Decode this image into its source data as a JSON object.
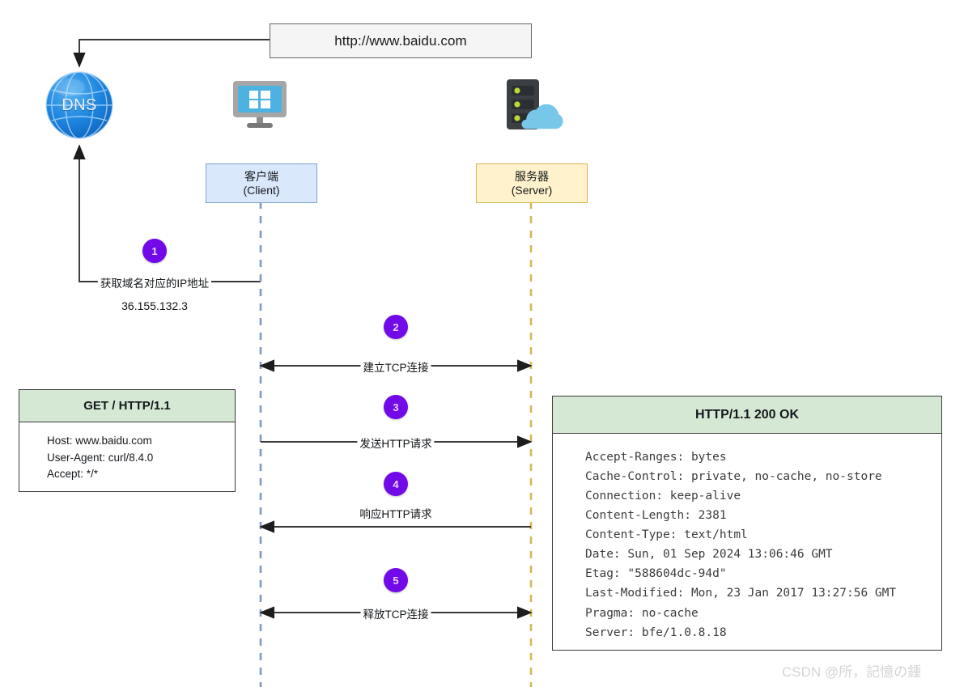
{
  "url_box": {
    "text": "http://www.baidu.com"
  },
  "nodes": {
    "dns": {
      "label": "DNS",
      "icon": "globe-icon"
    },
    "client_icon": "desktop-monitor-icon",
    "server_icon": "server-cloud-icon"
  },
  "actors": [
    {
      "key": "client",
      "title": "客户端",
      "subtitle": "(Client)",
      "fill": "#dae8fc",
      "stroke": "#7ea0d0",
      "lifeline_color": "#8099c4"
    },
    {
      "key": "server",
      "title": "服务器",
      "subtitle": "(Server)",
      "fill": "#fff2cc",
      "stroke": "#d6b656",
      "lifeline_color": "#d6b656"
    }
  ],
  "steps": [
    {
      "num": "1",
      "label": "获取域名对应的IP地址",
      "direction": "to-dns",
      "note": "36.155.132.3"
    },
    {
      "num": "2",
      "label": "建立TCP连接",
      "direction": "both"
    },
    {
      "num": "3",
      "label": "发送HTTP请求",
      "direction": "right"
    },
    {
      "num": "4",
      "label": "响应HTTP请求",
      "direction": "left"
    },
    {
      "num": "5",
      "label": "释放TCP连接",
      "direction": "both"
    }
  ],
  "request_panel": {
    "title": "GET / HTTP/1.1",
    "lines": [
      "Host: www.baidu.com",
      "User-Agent: curl/8.4.0",
      "Accept: */*"
    ]
  },
  "response_panel": {
    "title": "HTTP/1.1 200 OK",
    "lines": [
      "Accept-Ranges: bytes",
      "Cache-Control: private, no-cache, no-store",
      "Connection: keep-alive",
      "Content-Length: 2381",
      "Content-Type: text/html",
      "Date: Sun, 01 Sep 2024 13:06:46 GMT",
      "Etag: \"588604dc-94d\"",
      "Last-Modified: Mon, 23 Jan 2017 13:27:56 GMT",
      "Pragma: no-cache",
      "Server: bfe/1.0.8.18"
    ]
  },
  "watermark": {
    "text": "CSDN @所，記憶の鍾"
  },
  "colors": {
    "badge": "#7209e8",
    "panel_header": "#d5e8d4",
    "client_fill": "#dae8fc",
    "server_fill": "#fff2cc",
    "url_fill": "#f5f5f5",
    "line": "#1d1d1d"
  }
}
